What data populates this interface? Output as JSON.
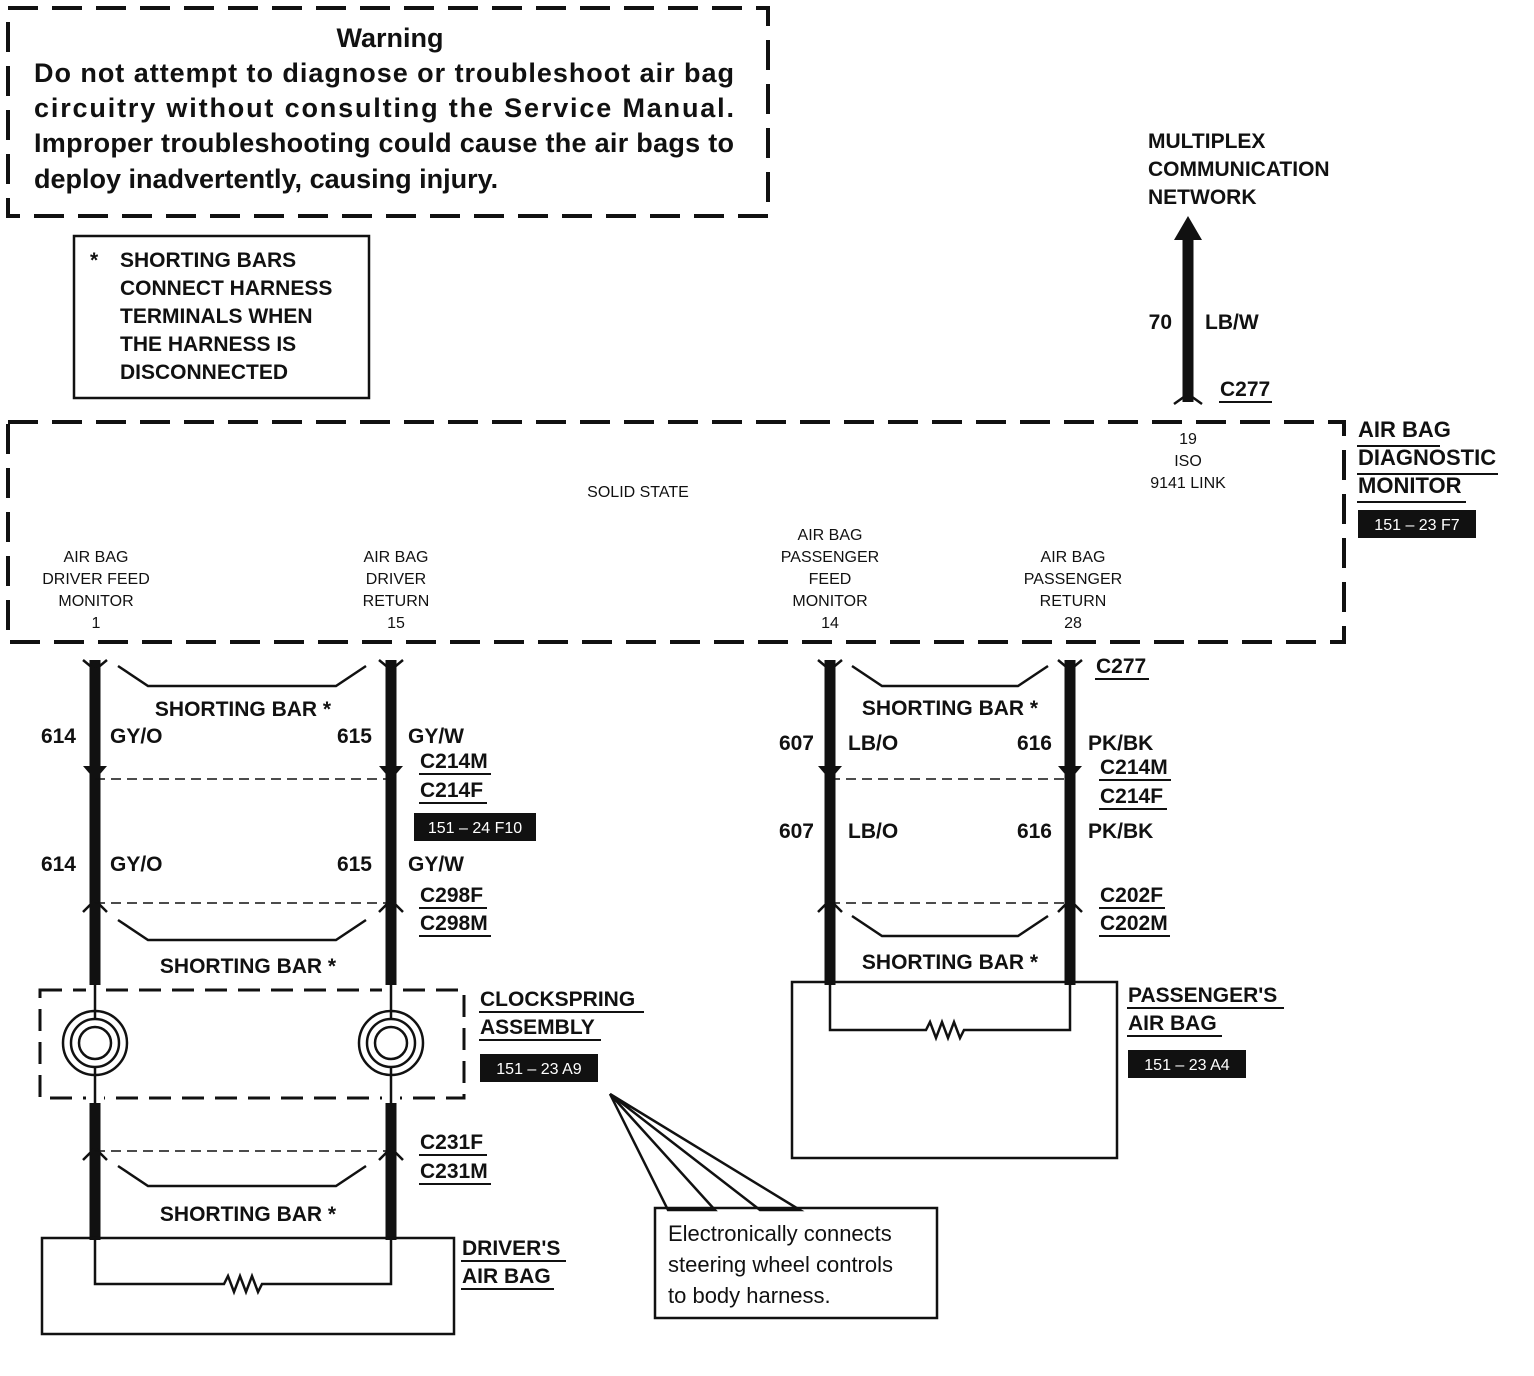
{
  "warning": {
    "title": "Warning",
    "lines": [
      "Do not attempt to diagnose or troubleshoot air bag",
      "circuitry without consulting the Service Manual.",
      "Improper troubleshooting could cause the air bags to",
      "deploy inadvertently, causing injury."
    ]
  },
  "note": {
    "star": "*",
    "lines": [
      "SHORTING BARS",
      "CONNECT HARNESS",
      "TERMINALS WHEN",
      "THE HARNESS IS",
      "DISCONNECTED"
    ]
  },
  "network": {
    "lines": [
      "MULTIPLEX",
      "COMMUNICATION",
      "NETWORK"
    ],
    "circuit": "70",
    "color": "LB/W",
    "connector": "C277"
  },
  "module": {
    "name_lines": [
      "AIR BAG",
      "DIAGNOSTIC",
      "MONITOR"
    ],
    "ref": "151 – 23 F7",
    "solid_state": "SOLID STATE",
    "iso_lines": [
      "19",
      "ISO",
      "9141 LINK"
    ],
    "pins": [
      {
        "lines": [
          "AIR BAG",
          "DRIVER FEED",
          "MONITOR",
          "1"
        ]
      },
      {
        "lines": [
          "AIR BAG",
          "DRIVER",
          "RETURN",
          "15"
        ]
      },
      {
        "lines": [
          "AIR BAG",
          "PASSENGER",
          "FEED",
          "MONITOR",
          "14"
        ]
      },
      {
        "lines": [
          "AIR BAG",
          "PASSENGER",
          "RETURN",
          "28"
        ]
      }
    ]
  },
  "driver": {
    "w1": {
      "num": "614",
      "color": "GY/O"
    },
    "w2": {
      "num": "615",
      "color": "GY/W"
    },
    "conn_a": [
      "C214M",
      "C214F"
    ],
    "conn_a_ref": "151 – 24 F10",
    "conn_b": [
      "C298F",
      "C298M"
    ],
    "conn_c": [
      "C231F",
      "C231M"
    ],
    "clockspring": [
      "CLOCKSPRING",
      "ASSEMBLY"
    ],
    "clockspring_ref": "151 – 23 A9",
    "bag": [
      "DRIVER'S",
      "AIR BAG"
    ]
  },
  "passenger": {
    "w1": {
      "num": "607",
      "color": "LB/O"
    },
    "w2": {
      "num": "616",
      "color": "PK/BK"
    },
    "conn_top": "C277",
    "conn_a": [
      "C214M",
      "C214F"
    ],
    "conn_b": [
      "C202F",
      "C202M"
    ],
    "bag": [
      "PASSENGER'S",
      "AIR BAG"
    ],
    "bag_ref": "151 – 23 A4"
  },
  "shorting_bar": "SHORTING BAR *",
  "callout": [
    "Electronically connects",
    "steering wheel controls",
    "to body harness."
  ]
}
